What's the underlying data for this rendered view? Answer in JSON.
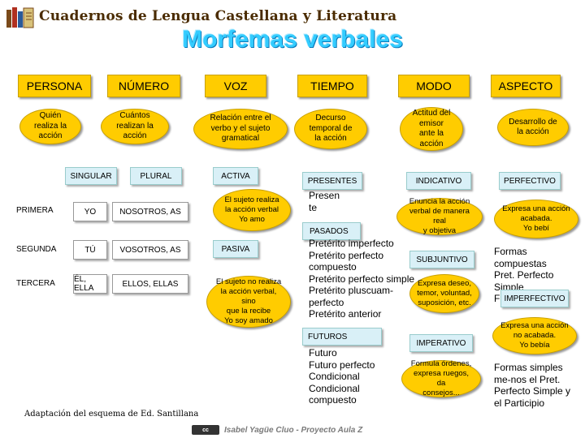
{
  "header": {
    "site_title": "Cuadernos de Lengua Castellana y Literatura",
    "logo_icon": "books-logo-icon"
  },
  "title": "Morfemas verbales",
  "columns": {
    "persona": "PERSONA",
    "numero": "NÚMERO",
    "voz": "VOZ",
    "tiempo": "TIEMPO",
    "modo": "MODO",
    "aspecto": "ASPECTO"
  },
  "definitions": {
    "persona": "Quién\nrealiza la\nacción",
    "numero": "Cuántos\nrealizan la\nacción",
    "voz": "Relación entre el\nverbo y el sujeto\ngramatical",
    "tiempo": "Decurso\ntemporal de\nla acción",
    "modo": "Actitud del\nemisor\nante la\nacción",
    "aspecto": "Desarrollo de\nla acción"
  },
  "numero": {
    "singular": "SINGULAR",
    "plural": "PLURAL",
    "rows": [
      {
        "persona": "PRIMERA",
        "singular": "YO",
        "plural": "NOSOTROS, AS"
      },
      {
        "persona": "SEGUNDA",
        "singular": "TÚ",
        "plural": "VOSOTROS, AS"
      },
      {
        "persona": "TERCERA",
        "singular": "ÉL, ELLA",
        "plural": "ELLOS, ELLAS"
      }
    ]
  },
  "voz": {
    "activa": "ACTIVA",
    "activa_desc": "El sujeto realiza\nla acción verbal\nYo amo",
    "pasiva": "PASIVA",
    "pasiva_desc": "El sujeto no realiza\nla acción verbal, sino\nque la recibe\nYo soy amado"
  },
  "tiempo": {
    "presentes": "PRESENTES",
    "presentes_list": "Presen\nte",
    "pasados": "PASADOS",
    "pasados_list": "Pretérito imperfecto\nPretérito perfecto\ncompuesto\nPretérito perfecto simple\nPretérito pluscuam-\nperfecto\nPretérito anterior",
    "futuros": "FUTUROS",
    "futuros_list": "Futuro\nFuturo perfecto\nCondicional\nCondicional\ncompuesto"
  },
  "modo": {
    "indicativo": "INDICATIVO",
    "indicativo_desc": "Enuncia la acción\nverbal de manera real\ny objetiva",
    "subjuntivo": "SUBJUNTIVO",
    "subjuntivo_desc": "Expresa deseo,\ntemor, voluntad,\nsuposición, etc.",
    "imperativo": "IMPERATIVO",
    "imperativo_desc": "Formula órdenes,\nexpresa ruegos, da\nconsejos..."
  },
  "aspecto": {
    "perfectivo": "PERFECTIVO",
    "perfectivo_desc": "Expresa una acción\nacabada.\nYo bebí",
    "perfectivo_forms": "Formas\ncompuestas\nPret. Perfecto\nSimple\nF",
    "imperfectivo": "IMPERFECTIVO",
    "imperfectivo_desc": "Expresa una acción\nno acabada.\nYo bebía",
    "imperfectivo_forms": "Formas simples\nme-nos el Pret.\nPerfecto Simple y\nel Participio"
  },
  "credit": "Adaptación del esquema de Ed. Santillana",
  "footer": {
    "license_badge": "cc",
    "author": "Isabel Yagüe Cluo - Proyecto Aula Z"
  }
}
